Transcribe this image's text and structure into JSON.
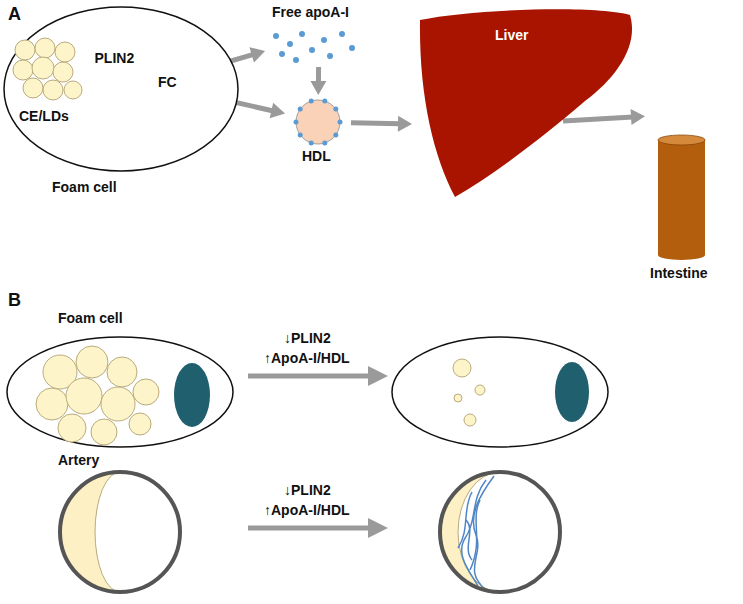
{
  "diagram": {
    "nodes": [
      {
        "text": [
          "Foam cell"
        ]
      },
      {
        "text": [
          "CE/LDs"
        ],
        "in": 0
      },
      {
        "text": [
          "FC"
        ],
        "in": 0
      },
      {
        "text": [
          "Free apoA-I"
        ]
      },
      {
        "text": [
          "HDL"
        ]
      },
      {
        "text": [
          "Liver"
        ]
      },
      {
        "text": [
          "Intestine"
        ]
      }
    ],
    "edges": [
      {
        "from": 2,
        "to": 1,
        "label": "PLIN2",
        "arrow": "to"
      },
      {
        "from": 1,
        "to": 2,
        "arrow": "to"
      },
      {
        "from": 2,
        "to": 3,
        "arrow": "to"
      },
      {
        "from": 2,
        "to": 4,
        "arrow": "to"
      },
      {
        "from": 3,
        "to": 4,
        "arrow": "to"
      },
      {
        "from": 4,
        "to": 5,
        "arrow": "to"
      },
      {
        "from": 5,
        "to": 6,
        "arrow": "to"
      }
    ],
    "labels": [
      "A",
      "B",
      "Foam cell",
      "↓PLIN2",
      "↑ApoA-I/HDL",
      "Artery",
      "↓PLIN2",
      "↑ApoA-I/HDL"
    ]
  }
}
